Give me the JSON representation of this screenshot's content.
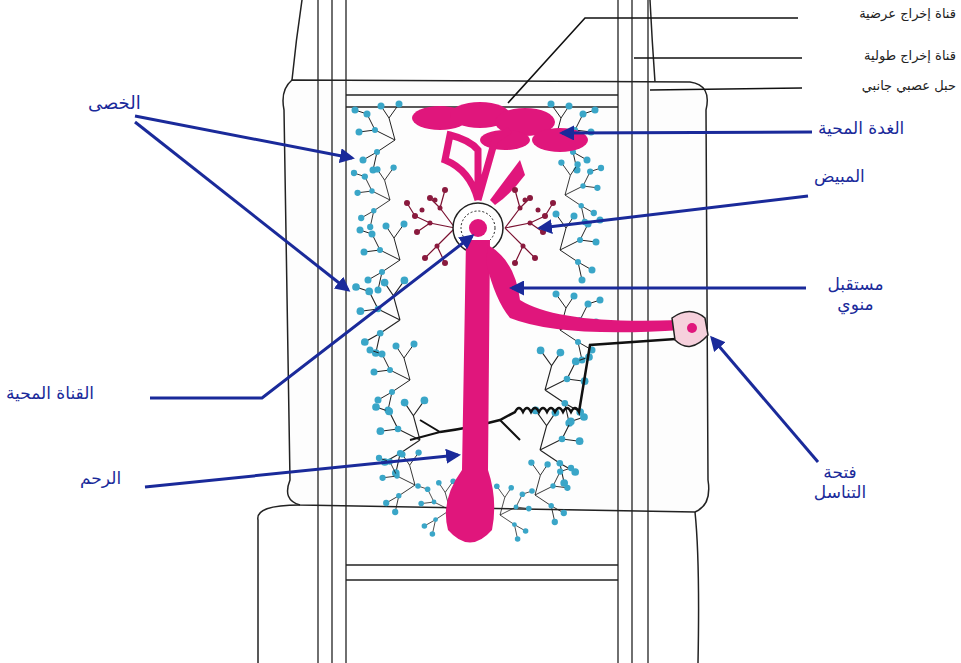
{
  "diagram": {
    "labels": [
      "قناة إخراج عرضية",
      "قناة إخراج طولية",
      "حبل عصبي جانبي",
      "الخصى",
      "الغدة المحية",
      "المبيض",
      "مستقبل منوي",
      "القناة المحية",
      "الرحم",
      "فتحة التناسل"
    ]
  }
}
